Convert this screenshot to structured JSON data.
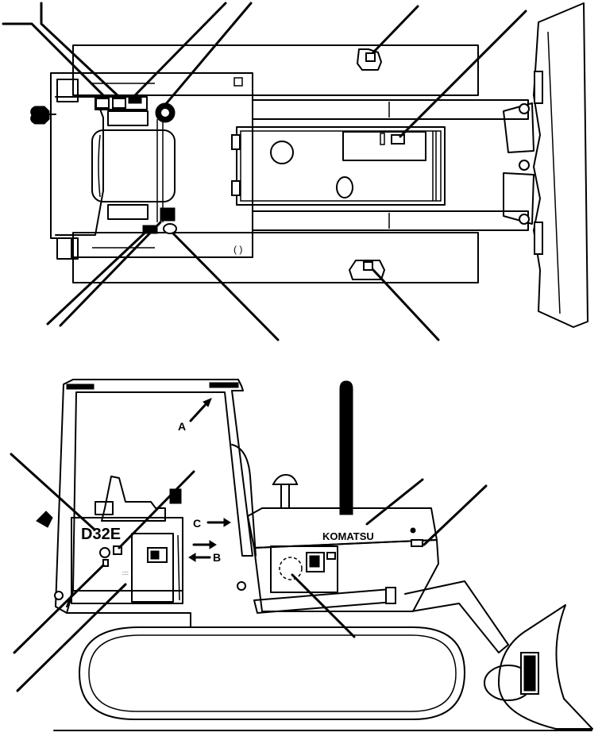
{
  "labels": {
    "model": "D32E",
    "brand": "KOMATSU",
    "view_a": "A",
    "view_b": "B",
    "view_c": "C"
  },
  "colors": {
    "ink": "#000000",
    "paper": "#ffffff"
  }
}
